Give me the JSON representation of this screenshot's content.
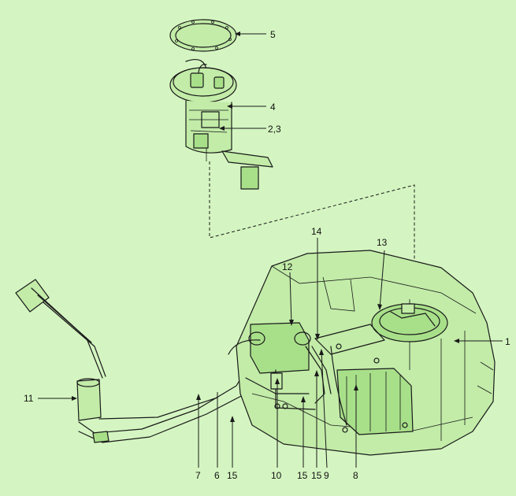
{
  "diagram": {
    "background_color": "#d4f5c1",
    "line_color": "#1a1a1a",
    "parts": [
      {
        "id": "gasket",
        "callout": "5"
      },
      {
        "id": "pump-flange",
        "callout": "4"
      },
      {
        "id": "pump-module",
        "callout": "2,3"
      },
      {
        "id": "fuel-tank",
        "callout": "1"
      },
      {
        "id": "pump-opening",
        "callout": "13"
      },
      {
        "id": "canister",
        "callout": "12"
      },
      {
        "id": "hose-14",
        "callout": "14"
      },
      {
        "id": "filler-neck",
        "callout": "11"
      },
      {
        "id": "hose-7",
        "callout": "7"
      },
      {
        "id": "hose-6",
        "callout": "6"
      },
      {
        "id": "pipe-15a",
        "callout": "15"
      },
      {
        "id": "bracket-10",
        "callout": "10"
      },
      {
        "id": "pipe-15b",
        "callout": "15"
      },
      {
        "id": "pipe-15c",
        "callout": "15"
      },
      {
        "id": "clamp-9",
        "callout": "9"
      },
      {
        "id": "heat-shield",
        "callout": "8"
      }
    ]
  }
}
